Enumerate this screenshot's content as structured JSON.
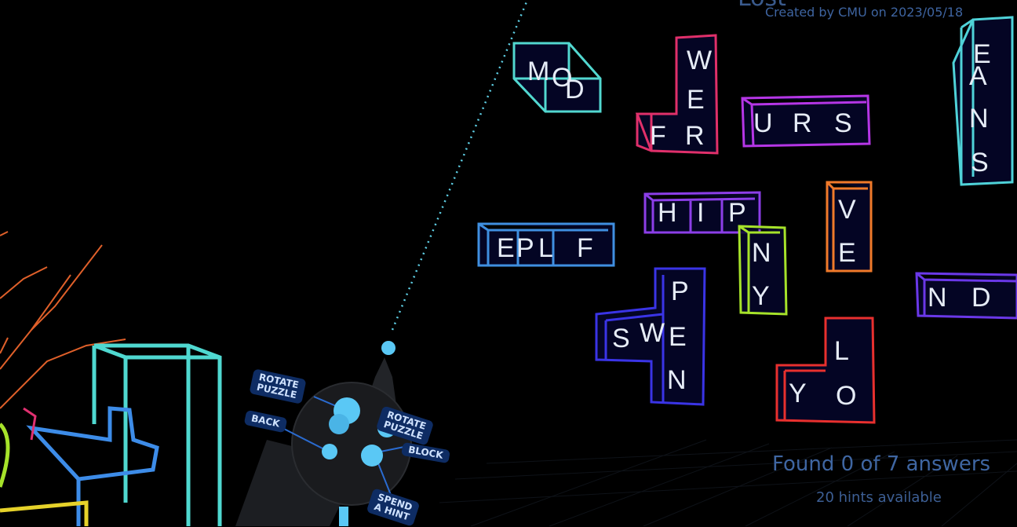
{
  "hud": {
    "title_fragment": "Lost",
    "created_by": "Created by CMU on 2023/05/18",
    "found_status": "Found 0 of 7 answers",
    "hints_status": "20 hints available"
  },
  "controller": {
    "rotate_puzzle_left": "ROTATE\nPUZZLE",
    "back": "BACK",
    "rotate_puzzle_right": "ROTATE\nPUZZLE",
    "block": "BLOCK",
    "spend_hint": "SPEND\nA HINT"
  },
  "pieces": [
    {
      "id": "mod",
      "color": "#52d8d0",
      "letters": [
        "M",
        "O",
        "D"
      ]
    },
    {
      "id": "wefr",
      "color": "#e0306a",
      "letters": [
        "W",
        "E",
        "F",
        "R"
      ]
    },
    {
      "id": "urs",
      "color": "#b536e6",
      "letters": [
        "U",
        "R",
        "S"
      ]
    },
    {
      "id": "eans",
      "color": "#4fd2d8",
      "letters": [
        "E",
        "A",
        "N",
        "S"
      ]
    },
    {
      "id": "eplf",
      "color": "#3f8fe0",
      "letters": [
        "E",
        "P",
        "L",
        "F"
      ]
    },
    {
      "id": "hip",
      "color": "#8c3ee8",
      "letters": [
        "H",
        "I",
        "P"
      ]
    },
    {
      "id": "ny",
      "color": "#a6e22a",
      "letters": [
        "N",
        "Y"
      ]
    },
    {
      "id": "ve",
      "color": "#f07a2a",
      "letters": [
        "V",
        "E"
      ]
    },
    {
      "id": "nd",
      "color": "#6a38e8",
      "letters": [
        "N",
        "D"
      ]
    },
    {
      "id": "swepn",
      "color": "#3a34e6",
      "letters": [
        "S",
        "W",
        "E",
        "P",
        "N"
      ]
    },
    {
      "id": "lyo",
      "color": "#e8302e",
      "letters": [
        "L",
        "Y",
        "O"
      ]
    }
  ],
  "colors": {
    "background": "#000000",
    "hud_text": "#3d5f95",
    "laser": "#5fd0e6",
    "controller_accent": "#5ac8f5"
  }
}
